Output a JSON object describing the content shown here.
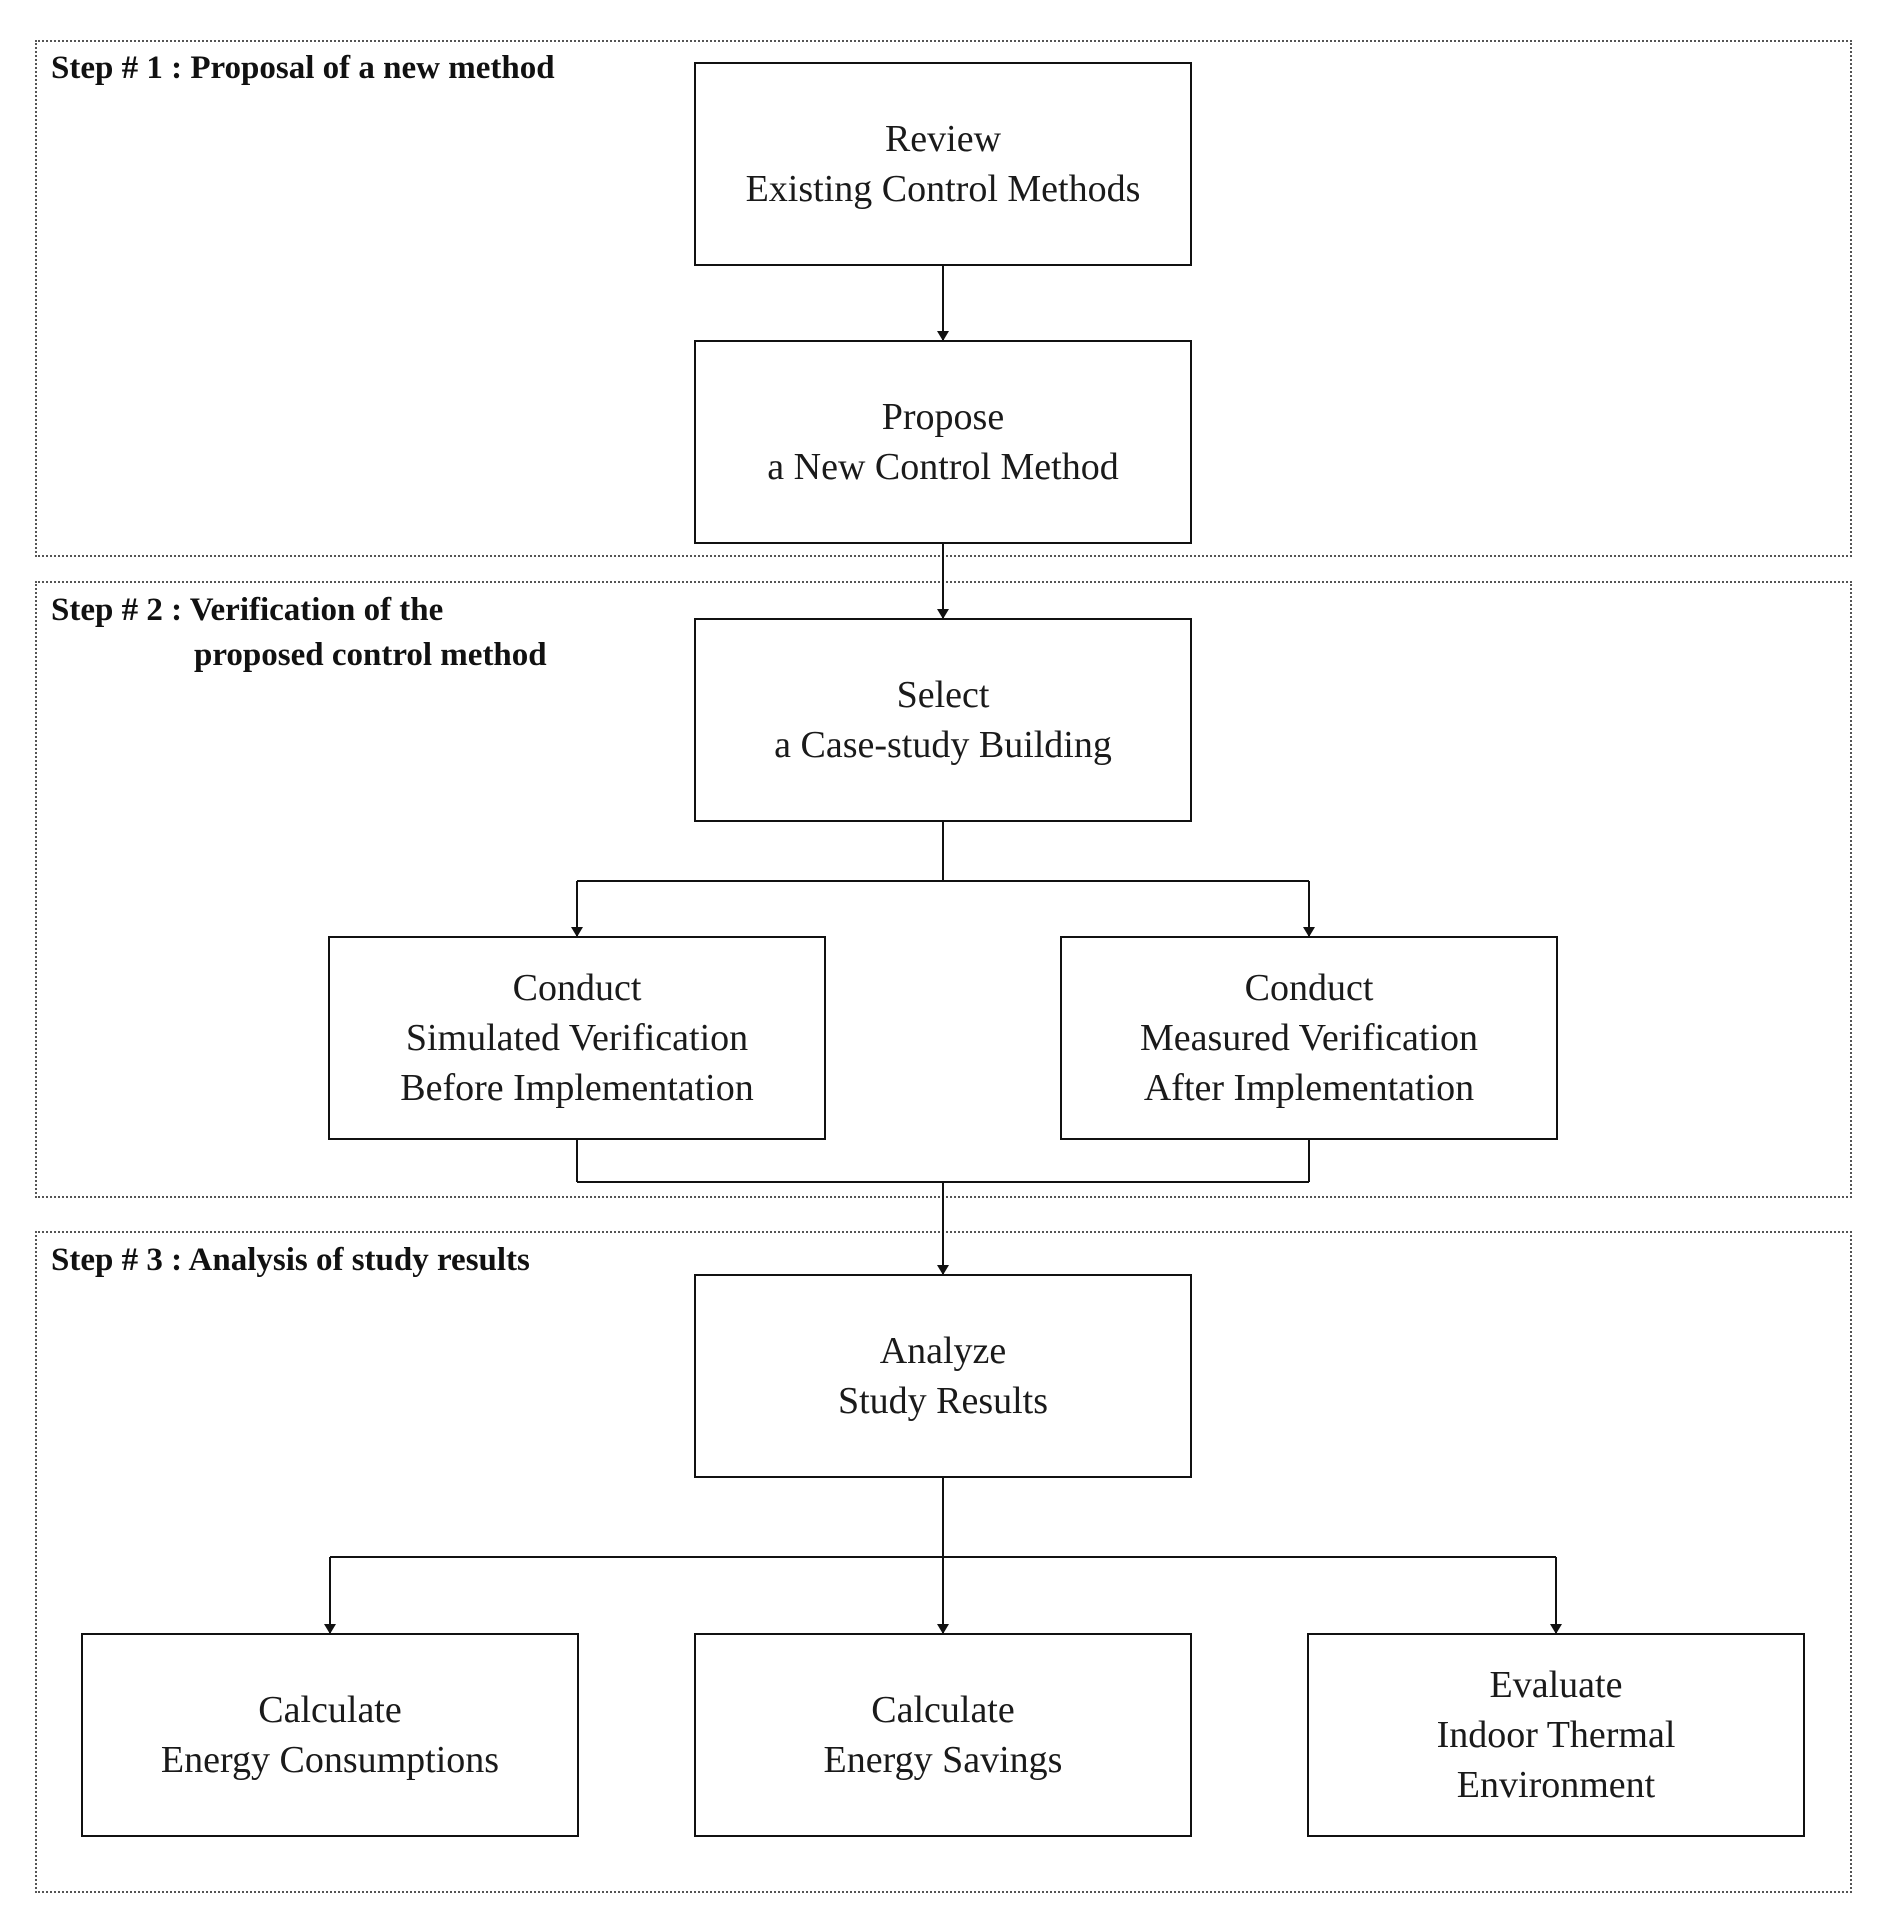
{
  "steps": [
    {
      "id": "step1",
      "title": [
        "Step # 1 : Proposal of a new method"
      ]
    },
    {
      "id": "step2",
      "title": [
        "Step # 2 : Verification of the",
        "proposed control method"
      ]
    },
    {
      "id": "step3",
      "title": [
        "Step # 3 : Analysis of study results"
      ]
    }
  ],
  "nodes": {
    "review": [
      "Review",
      "Existing Control Methods"
    ],
    "propose": [
      "Propose",
      "a New Control Method"
    ],
    "select": [
      "Select",
      "a Case-study Building"
    ],
    "simulated": [
      "Conduct",
      "Simulated Verification",
      "Before Implementation"
    ],
    "measured": [
      "Conduct",
      "Measured Verification",
      "After Implementation"
    ],
    "analyze": [
      "Analyze",
      "Study Results"
    ],
    "consumptions": [
      "Calculate",
      "Energy Consumptions"
    ],
    "savings": [
      "Calculate",
      "Energy Savings"
    ],
    "thermal": [
      "Evaluate",
      "Indoor Thermal",
      "Environment"
    ]
  },
  "edges": [
    [
      "review",
      "propose"
    ],
    [
      "propose",
      "select"
    ],
    [
      "select",
      "simulated"
    ],
    [
      "select",
      "measured"
    ],
    [
      "simulated",
      "analyze"
    ],
    [
      "measured",
      "analyze"
    ],
    [
      "analyze",
      "consumptions"
    ],
    [
      "analyze",
      "savings"
    ],
    [
      "analyze",
      "thermal"
    ]
  ]
}
